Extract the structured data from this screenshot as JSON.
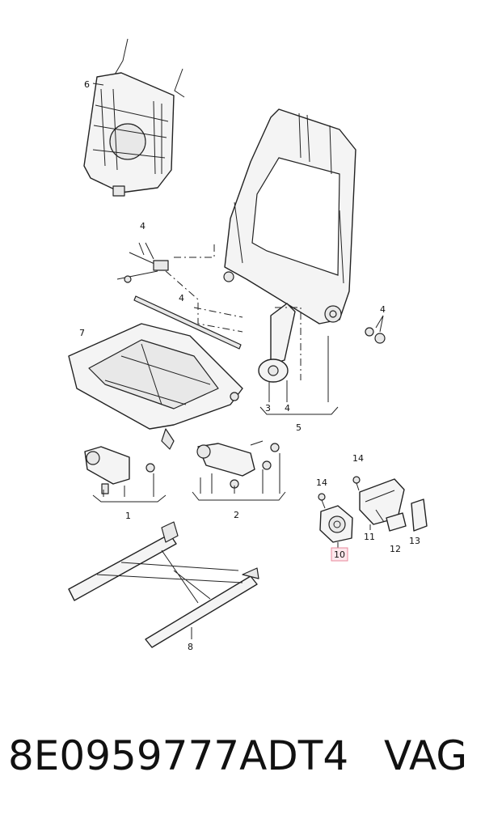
{
  "callouts": {
    "c1": "1",
    "c2": "2",
    "c3": "3",
    "c4a": "4",
    "c4b": "4",
    "c4c": "4",
    "c4d": "4",
    "c5": "5",
    "c6": "6",
    "c7": "7",
    "c8": "8",
    "c10": "10",
    "c11": "11",
    "c12": "12",
    "c13": "13",
    "c14a": "14",
    "c14b": "14"
  },
  "highlight": {
    "color": "#e8899c",
    "fill": "#fde7ec"
  },
  "footer": {
    "part_number": "8E0959777ADT4",
    "brand": "VAG"
  }
}
